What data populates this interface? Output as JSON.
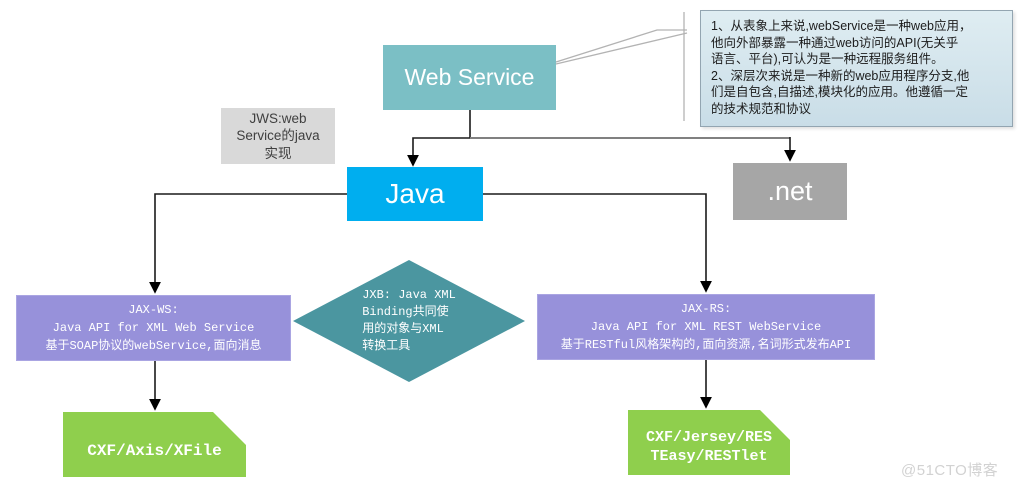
{
  "colors": {
    "webservice": "#7BBFC5",
    "java": "#00AEEF",
    "dotnet": "#A6A6A6",
    "jws-bg": "#D9D9D9",
    "purple": "#9791DA",
    "diamond": "#4B96A0",
    "green": "#8FCF4D",
    "note-bg-top": "#DFEDF2",
    "note-bg-bottom": "#C9DDE7",
    "note-border": "#93A5B1",
    "watermark": "#D2D2D2"
  },
  "nodes": {
    "webservice": {
      "label": "Web Service"
    },
    "java": {
      "label": "Java"
    },
    "dotnet": {
      "label": ".net"
    },
    "jws_note": {
      "text": "JWS:web\nService的java\n实现"
    },
    "jax_ws": {
      "text": "JAX-WS:\nJava API for XML Web Service\n基于SOAP协议的webService,面向消息"
    },
    "jax_rs": {
      "text": "JAX-RS:\nJava API for XML REST WebService\n基于RESTful风格架构的,面向资源,名词形式发布API"
    },
    "jxb_diamond": {
      "text": "JXB: Java XML\nBinding共同使\n用的对象与XML\n转换工具"
    },
    "cxf_left": {
      "text": "CXF/Axis/XFile"
    },
    "cxf_right": {
      "text": "CXF/Jersey/RES\nTEasy/RESTlet"
    }
  },
  "annotation": {
    "text": "1、从表象上来说,webService是一种web应用，\n他向外部暴露一种通过web访问的API(无关乎\n语言、平台),可认为是一种远程服务组件。\n2、深层次来说是一种新的web应用程序分支,他\n们是自包含,自描述,模块化的应用。他遵循一定\n的技术规范和协议"
  },
  "watermark": {
    "text": "@51CTO博客"
  }
}
